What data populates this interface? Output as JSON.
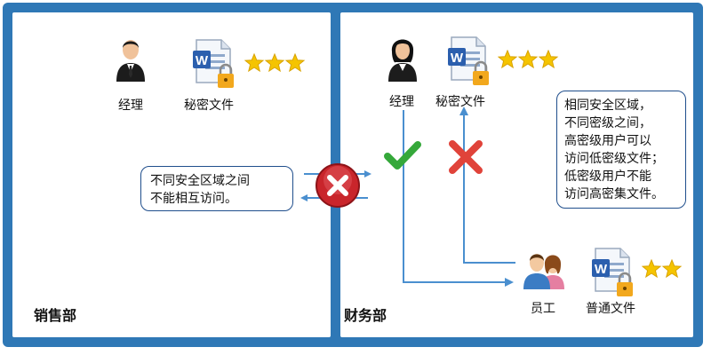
{
  "left": {
    "manager_label": "经理",
    "file_label": "秘密文件",
    "department": "销售部",
    "note_lines": [
      "不同安全区域之间",
      "不能相互访问。"
    ]
  },
  "right": {
    "manager_label": "经理",
    "file_label": "秘密文件",
    "employee_label": "员工",
    "common_file_label": "普通文件",
    "department": "财务部",
    "note_lines": [
      "相同安全区域，",
      "不同密级之间，",
      "高密级用户可以",
      "访问低密级文件；",
      "低密级用户不能",
      "访问高密集文件。"
    ]
  },
  "colors": {
    "frame": "#2f78b6",
    "arrow": "#4a8fcf",
    "star": "#f5c400",
    "check": "#35a83a",
    "cross": "#e0433a",
    "block": "#c9252b"
  },
  "icons": [
    "manager-icon",
    "word-locked-file-icon",
    "star-icon",
    "employees-icon",
    "check-icon",
    "cross-icon",
    "blocked-circle-icon"
  ]
}
